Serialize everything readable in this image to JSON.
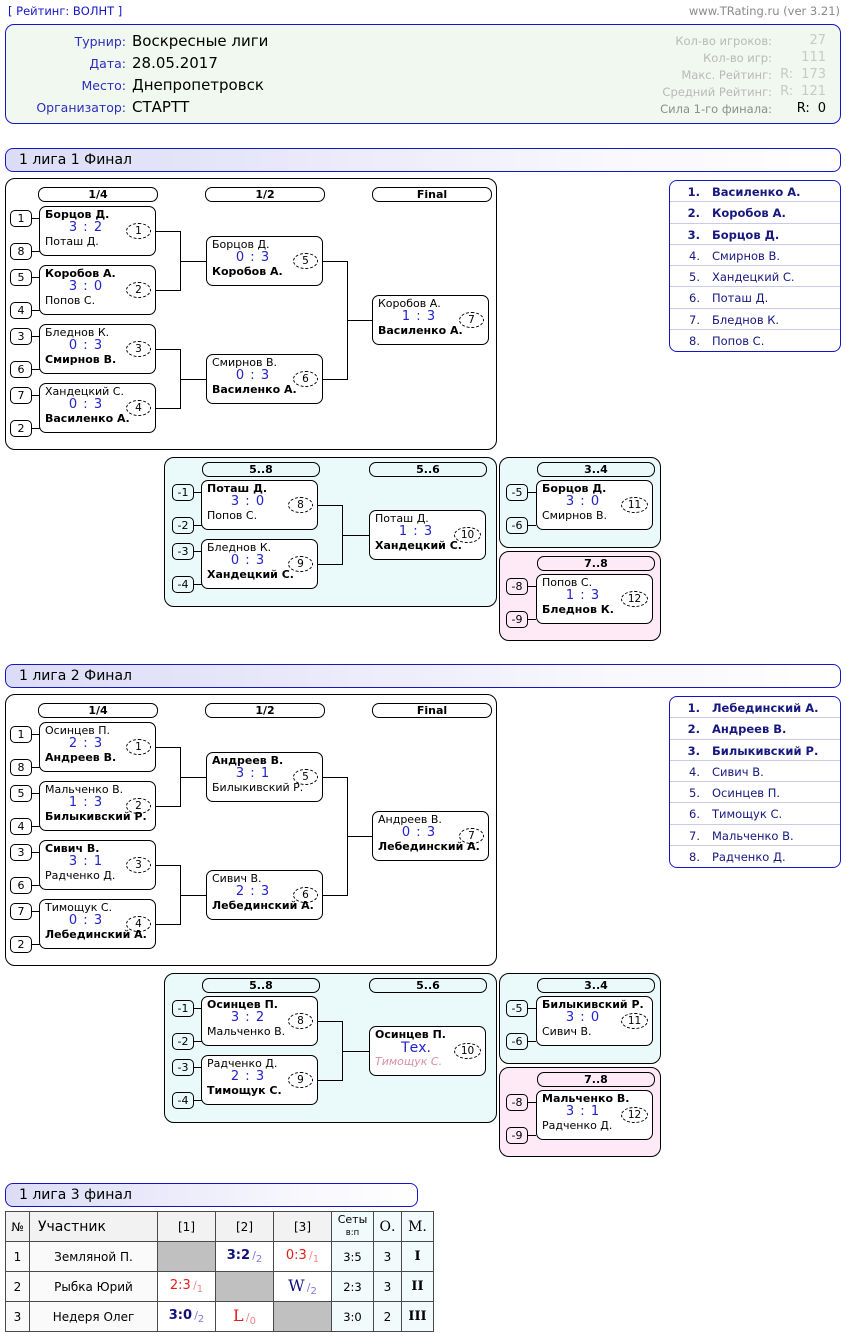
{
  "topbar": {
    "rating_tag": "[ Рейтинг: ВОЛНТ ]",
    "site_url": "www.TRating.ru (ver 3.21)"
  },
  "info": {
    "fields": [
      {
        "label": "Турнир:",
        "value": "Воскресные лиги"
      },
      {
        "label": "Дата:",
        "value": "28.05.2017"
      },
      {
        "label": "Место:",
        "value": "Днепропетровск"
      },
      {
        "label": "Организатор:",
        "value": "СТАРТТ"
      }
    ],
    "stats": [
      {
        "label": "Кол-во игроков:",
        "prefix": "",
        "value": "27"
      },
      {
        "label": "Кол-во игр:",
        "prefix": "",
        "value": "111"
      },
      {
        "label": "Макс. Рейтинг:",
        "prefix": "R:",
        "value": "173"
      },
      {
        "label": "Средний Рейтинг:",
        "prefix": "R:",
        "value": "121"
      },
      {
        "label": "Сила 1-го финала:",
        "prefix": "R:",
        "value": "0"
      }
    ]
  },
  "section1": {
    "title": "1 лига 1 Финал",
    "rounds": {
      "r1": "1/4",
      "r2": "1/2",
      "r3": "Final"
    },
    "qf": [
      {
        "seed_top": "1",
        "seed_bot": "8",
        "top": "Борцов Д.",
        "bot": "Поташ Д.",
        "score": "3 : 2",
        "num": "1",
        "winner": "top"
      },
      {
        "seed_top": "5",
        "seed_bot": "4",
        "top": "Коробов А.",
        "bot": "Попов С.",
        "score": "3 : 0",
        "num": "2",
        "winner": "top"
      },
      {
        "seed_top": "3",
        "seed_bot": "6",
        "top": "Бледнов К.",
        "bot": "Смирнов В.",
        "score": "0 : 3",
        "num": "3",
        "winner": "bot"
      },
      {
        "seed_top": "7",
        "seed_bot": "2",
        "top": "Хандецкий С.",
        "bot": "Василенко А.",
        "score": "0 : 3",
        "num": "4",
        "winner": "bot"
      }
    ],
    "sf": [
      {
        "top": "Борцов Д.",
        "bot": "Коробов А.",
        "score": "0 : 3",
        "num": "5",
        "winner": "bot"
      },
      {
        "top": "Смирнов В.",
        "bot": "Василенко А.",
        "score": "0 : 3",
        "num": "6",
        "winner": "bot"
      }
    ],
    "final": {
      "top": "Коробов А.",
      "bot": "Василенко А.",
      "score": "1 : 3",
      "num": "7",
      "winner": "bot"
    },
    "cons": {
      "round1": "5..8",
      "round2": "5..6",
      "m1": {
        "seed_top": "-1",
        "seed_bot": "-2",
        "top": "Поташ Д.",
        "bot": "Попов С.",
        "score": "3 : 0",
        "num": "8",
        "winner": "top"
      },
      "m2": {
        "seed_top": "-3",
        "seed_bot": "-4",
        "top": "Бледнов К.",
        "bot": "Хандецкий С.",
        "score": "0 : 3",
        "num": "9",
        "winner": "bot"
      },
      "m3": {
        "top": "Поташ Д.",
        "bot": "Хандецкий С.",
        "score": "1 : 3",
        "num": "10",
        "winner": "bot"
      }
    },
    "third": {
      "title": "3..4",
      "match": {
        "seed_top": "-5",
        "seed_bot": "-6",
        "top": "Борцов Д.",
        "bot": "Смирнов В.",
        "score": "3 : 0",
        "num": "11",
        "winner": "top"
      }
    },
    "seventh": {
      "title": "7..8",
      "match": {
        "seed_top": "-8",
        "seed_bot": "-9",
        "top": "Попов С.",
        "bot": "Бледнов К.",
        "score": "1 : 3",
        "num": "12",
        "winner": "bot"
      }
    },
    "ranking": [
      {
        "rank": "1.",
        "name": "Василенко А."
      },
      {
        "rank": "2.",
        "name": "Коробов А."
      },
      {
        "rank": "3.",
        "name": "Борцов Д."
      },
      {
        "rank": "4.",
        "name": "Смирнов В."
      },
      {
        "rank": "5.",
        "name": "Хандецкий С."
      },
      {
        "rank": "6.",
        "name": "Поташ Д."
      },
      {
        "rank": "7.",
        "name": "Бледнов К."
      },
      {
        "rank": "8.",
        "name": "Попов С."
      }
    ]
  },
  "section2": {
    "title": "1 лига 2 Финал",
    "rounds": {
      "r1": "1/4",
      "r2": "1/2",
      "r3": "Final"
    },
    "qf": [
      {
        "seed_top": "1",
        "seed_bot": "8",
        "top": "Осинцев П.",
        "bot": "Андреев В.",
        "score": "2 : 3",
        "num": "1",
        "winner": "bot"
      },
      {
        "seed_top": "5",
        "seed_bot": "4",
        "top": "Мальченко В.",
        "bot": "Билыкивский Р.",
        "score": "1 : 3",
        "num": "2",
        "winner": "bot"
      },
      {
        "seed_top": "3",
        "seed_bot": "6",
        "top": "Сивич В.",
        "bot": "Радченко Д.",
        "score": "3 : 1",
        "num": "3",
        "winner": "top"
      },
      {
        "seed_top": "7",
        "seed_bot": "2",
        "top": "Тимощук С.",
        "bot": "Лебединский А.",
        "score": "0 : 3",
        "num": "4",
        "winner": "bot"
      }
    ],
    "sf": [
      {
        "top": "Андреев В.",
        "bot": "Билыкивский Р.",
        "score": "3 : 1",
        "num": "5",
        "winner": "top"
      },
      {
        "top": "Сивич В.",
        "bot": "Лебединский А.",
        "score": "2 : 3",
        "num": "6",
        "winner": "bot"
      }
    ],
    "final": {
      "top": "Андреев В.",
      "bot": "Лебединский А.",
      "score": "0 : 3",
      "num": "7",
      "winner": "bot"
    },
    "cons": {
      "round1": "5..8",
      "round2": "5..6",
      "m1": {
        "seed_top": "-1",
        "seed_bot": "-2",
        "top": "Осинцев П.",
        "bot": "Мальченко В.",
        "score": "3 : 2",
        "num": "8",
        "winner": "top"
      },
      "m2": {
        "seed_top": "-3",
        "seed_bot": "-4",
        "top": "Радченко Д.",
        "bot": "Тимощук С.",
        "score": "2 : 3",
        "num": "9",
        "winner": "bot"
      },
      "m3": {
        "top": "Осинцев П.",
        "bot": "Тимощук С.",
        "score": "Тех.",
        "num": "10",
        "winner": "top",
        "tech": true
      }
    },
    "third": {
      "title": "3..4",
      "match": {
        "seed_top": "-5",
        "seed_bot": "-6",
        "top": "Билыкивский Р.",
        "bot": "Сивич В.",
        "score": "3 : 0",
        "num": "11",
        "winner": "top"
      }
    },
    "seventh": {
      "title": "7..8",
      "match": {
        "seed_top": "-8",
        "seed_bot": "-9",
        "top": "Мальченко В.",
        "bot": "Радченко Д.",
        "score": "3 : 1",
        "num": "12",
        "winner": "top"
      }
    },
    "ranking": [
      {
        "rank": "1.",
        "name": "Лебединский А."
      },
      {
        "rank": "2.",
        "name": "Андреев В."
      },
      {
        "rank": "3.",
        "name": "Билыкивский Р."
      },
      {
        "rank": "4.",
        "name": "Сивич В."
      },
      {
        "rank": "5.",
        "name": "Осинцев П."
      },
      {
        "rank": "6.",
        "name": "Тимощук С."
      },
      {
        "rank": "7.",
        "name": "Мальченко В."
      },
      {
        "rank": "8.",
        "name": "Радченко Д."
      }
    ]
  },
  "section3": {
    "title": "1 лига 3 финал",
    "headers": {
      "no": "№",
      "participant": "Участник",
      "opponents": [
        "[1]",
        "[2]",
        "[3]"
      ],
      "sets": "Сеты",
      "sets_sub": "в:п",
      "points": "О.",
      "place": "М."
    },
    "rows": [
      {
        "no": "1",
        "name": "Земляной П.",
        "cells": [
          {
            "type": "diag"
          },
          {
            "type": "win",
            "score": "3:2",
            "sub": "2"
          },
          {
            "type": "loss",
            "score": "0:3",
            "sub": "1"
          }
        ],
        "sets": "3:5",
        "points": "3",
        "place": "I"
      },
      {
        "no": "2",
        "name": "Рыбка Юрий",
        "cells": [
          {
            "type": "loss",
            "score": "2:3",
            "sub": "1"
          },
          {
            "type": "diag"
          },
          {
            "type": "wo",
            "score": "W",
            "sub": "2"
          }
        ],
        "sets": "2:3",
        "points": "3",
        "place": "II"
      },
      {
        "no": "3",
        "name": "Недеря Олег",
        "cells": [
          {
            "type": "win",
            "score": "3:0",
            "sub": "2"
          },
          {
            "type": "lo",
            "score": "L",
            "sub": "0"
          },
          {
            "type": "diag"
          }
        ],
        "sets": "3:0",
        "points": "2",
        "place": "III"
      }
    ]
  }
}
